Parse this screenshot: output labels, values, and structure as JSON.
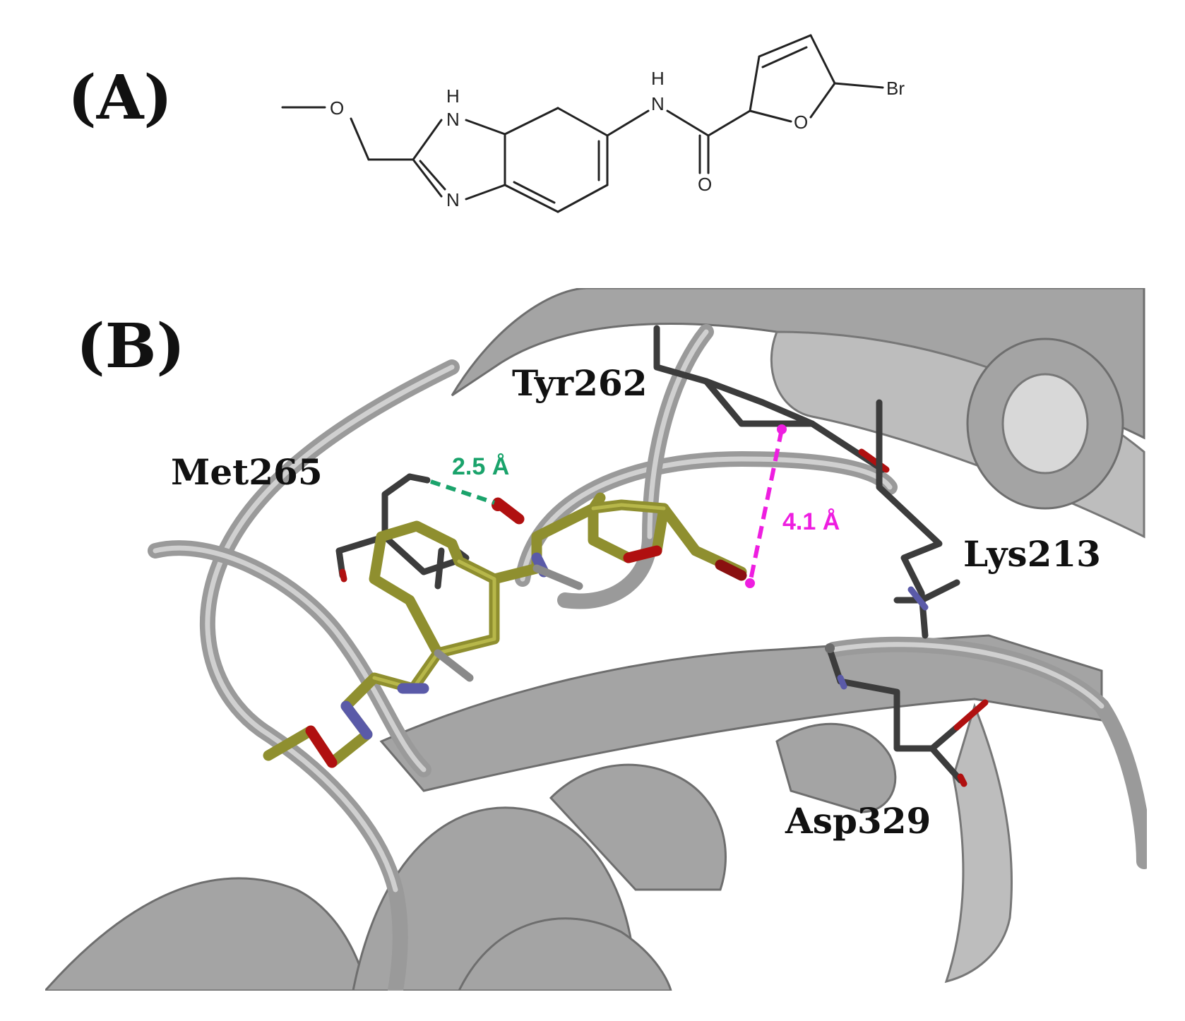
{
  "panel_a": {
    "label": "(A)",
    "atom_labels": {
      "methoxy_o": "O",
      "imidazole_nh": "H",
      "imidazole_n_h": "N",
      "imidazole_n": "N",
      "amide_h": "H",
      "amide_n": "N",
      "carbonyl_o": "O",
      "furan_o": "O",
      "bromine": "Br"
    }
  },
  "panel_b": {
    "label": "(B)",
    "residues": {
      "tyr": "Tyr262",
      "met": "Met265",
      "lys": "Lys213",
      "asp": "Asp329"
    },
    "distances": {
      "hbond": "2.5 Å",
      "halogen": "4.1 Å"
    },
    "colors": {
      "hbond": "#1aa36b",
      "halogen": "#ee1ee0",
      "ligand_carbon": "#8f8f2f",
      "protein_ribbon": "#a4a4a4",
      "residue_sticks": "#3c3c3c",
      "oxygen": "#b01010",
      "nitrogen": "#5a5aa8"
    }
  }
}
